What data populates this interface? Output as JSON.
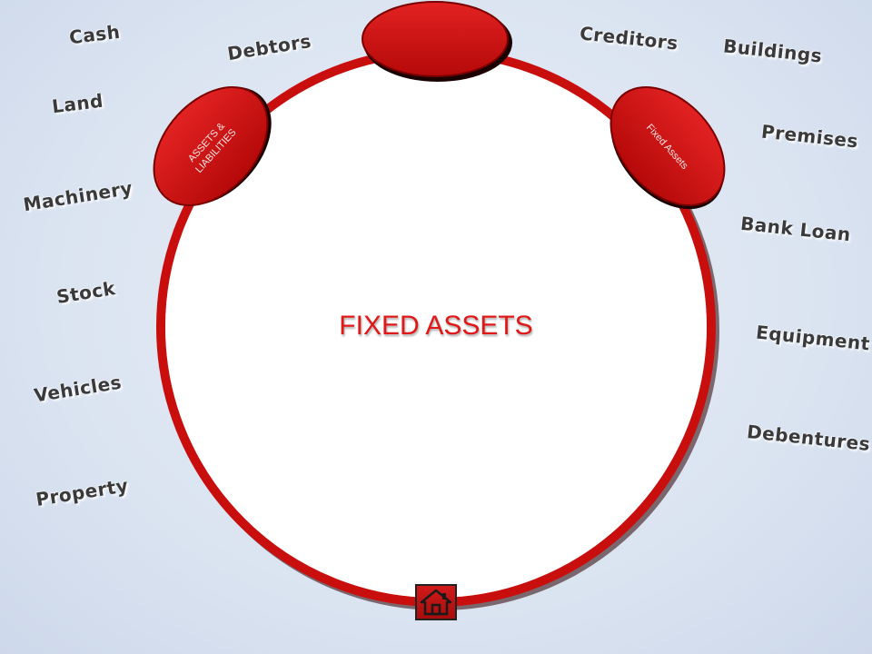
{
  "colors": {
    "ring": "#c90e0e",
    "oval": "#cc1010",
    "title": "#e01818",
    "home_button": "#c41212"
  },
  "center_title": "FIXED ASSETS",
  "ovals": {
    "top": "",
    "left": "ASSETS & LIABILITIES",
    "right": "Fixed Assets"
  },
  "words": {
    "cash": "Cash",
    "debtors": "Debtors",
    "creditors": "Creditors",
    "buildings": "Buildings",
    "land": "Land",
    "premises": "Premises",
    "machinery": "Machinery",
    "bank_loan": "Bank Loan",
    "stock": "Stock",
    "equipment": "Equipment",
    "vehicles": "Vehicles",
    "debentures": "Debentures",
    "property": "Property"
  },
  "home_icon": "home-icon"
}
